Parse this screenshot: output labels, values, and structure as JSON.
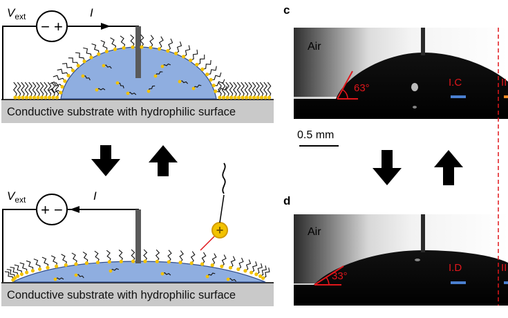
{
  "panel_a": {
    "voltage_label": "V",
    "voltage_sub": "ext",
    "current_label": "I",
    "source_symbol": "− +",
    "substrate_label": "Conductive substrate with hydrophilic surface"
  },
  "panel_b": {
    "voltage_label": "V",
    "voltage_sub": "ext",
    "current_label": "I",
    "source_symbol": "+ −",
    "substrate_label": "Conductive substrate with hydrophilic surface",
    "ion_symbol": "+"
  },
  "panel_c": {
    "letter": "c",
    "medium_label": "Air",
    "angle_label": "63°",
    "point_label": "I.C",
    "right_label": "II"
  },
  "scale_bar": {
    "label": "0.5 mm"
  },
  "panel_d": {
    "letter": "d",
    "medium_label": "Air",
    "angle_label": "33°",
    "point_label": "I.D",
    "right_label": "II"
  },
  "colors": {
    "droplet": "#8faee0",
    "substrate": "#c9c9c9",
    "head_group": "#f2c200",
    "annotation_red": "#e0161b",
    "marker_blue": "#4a7fd0",
    "marker_orange": "#f08a24"
  }
}
